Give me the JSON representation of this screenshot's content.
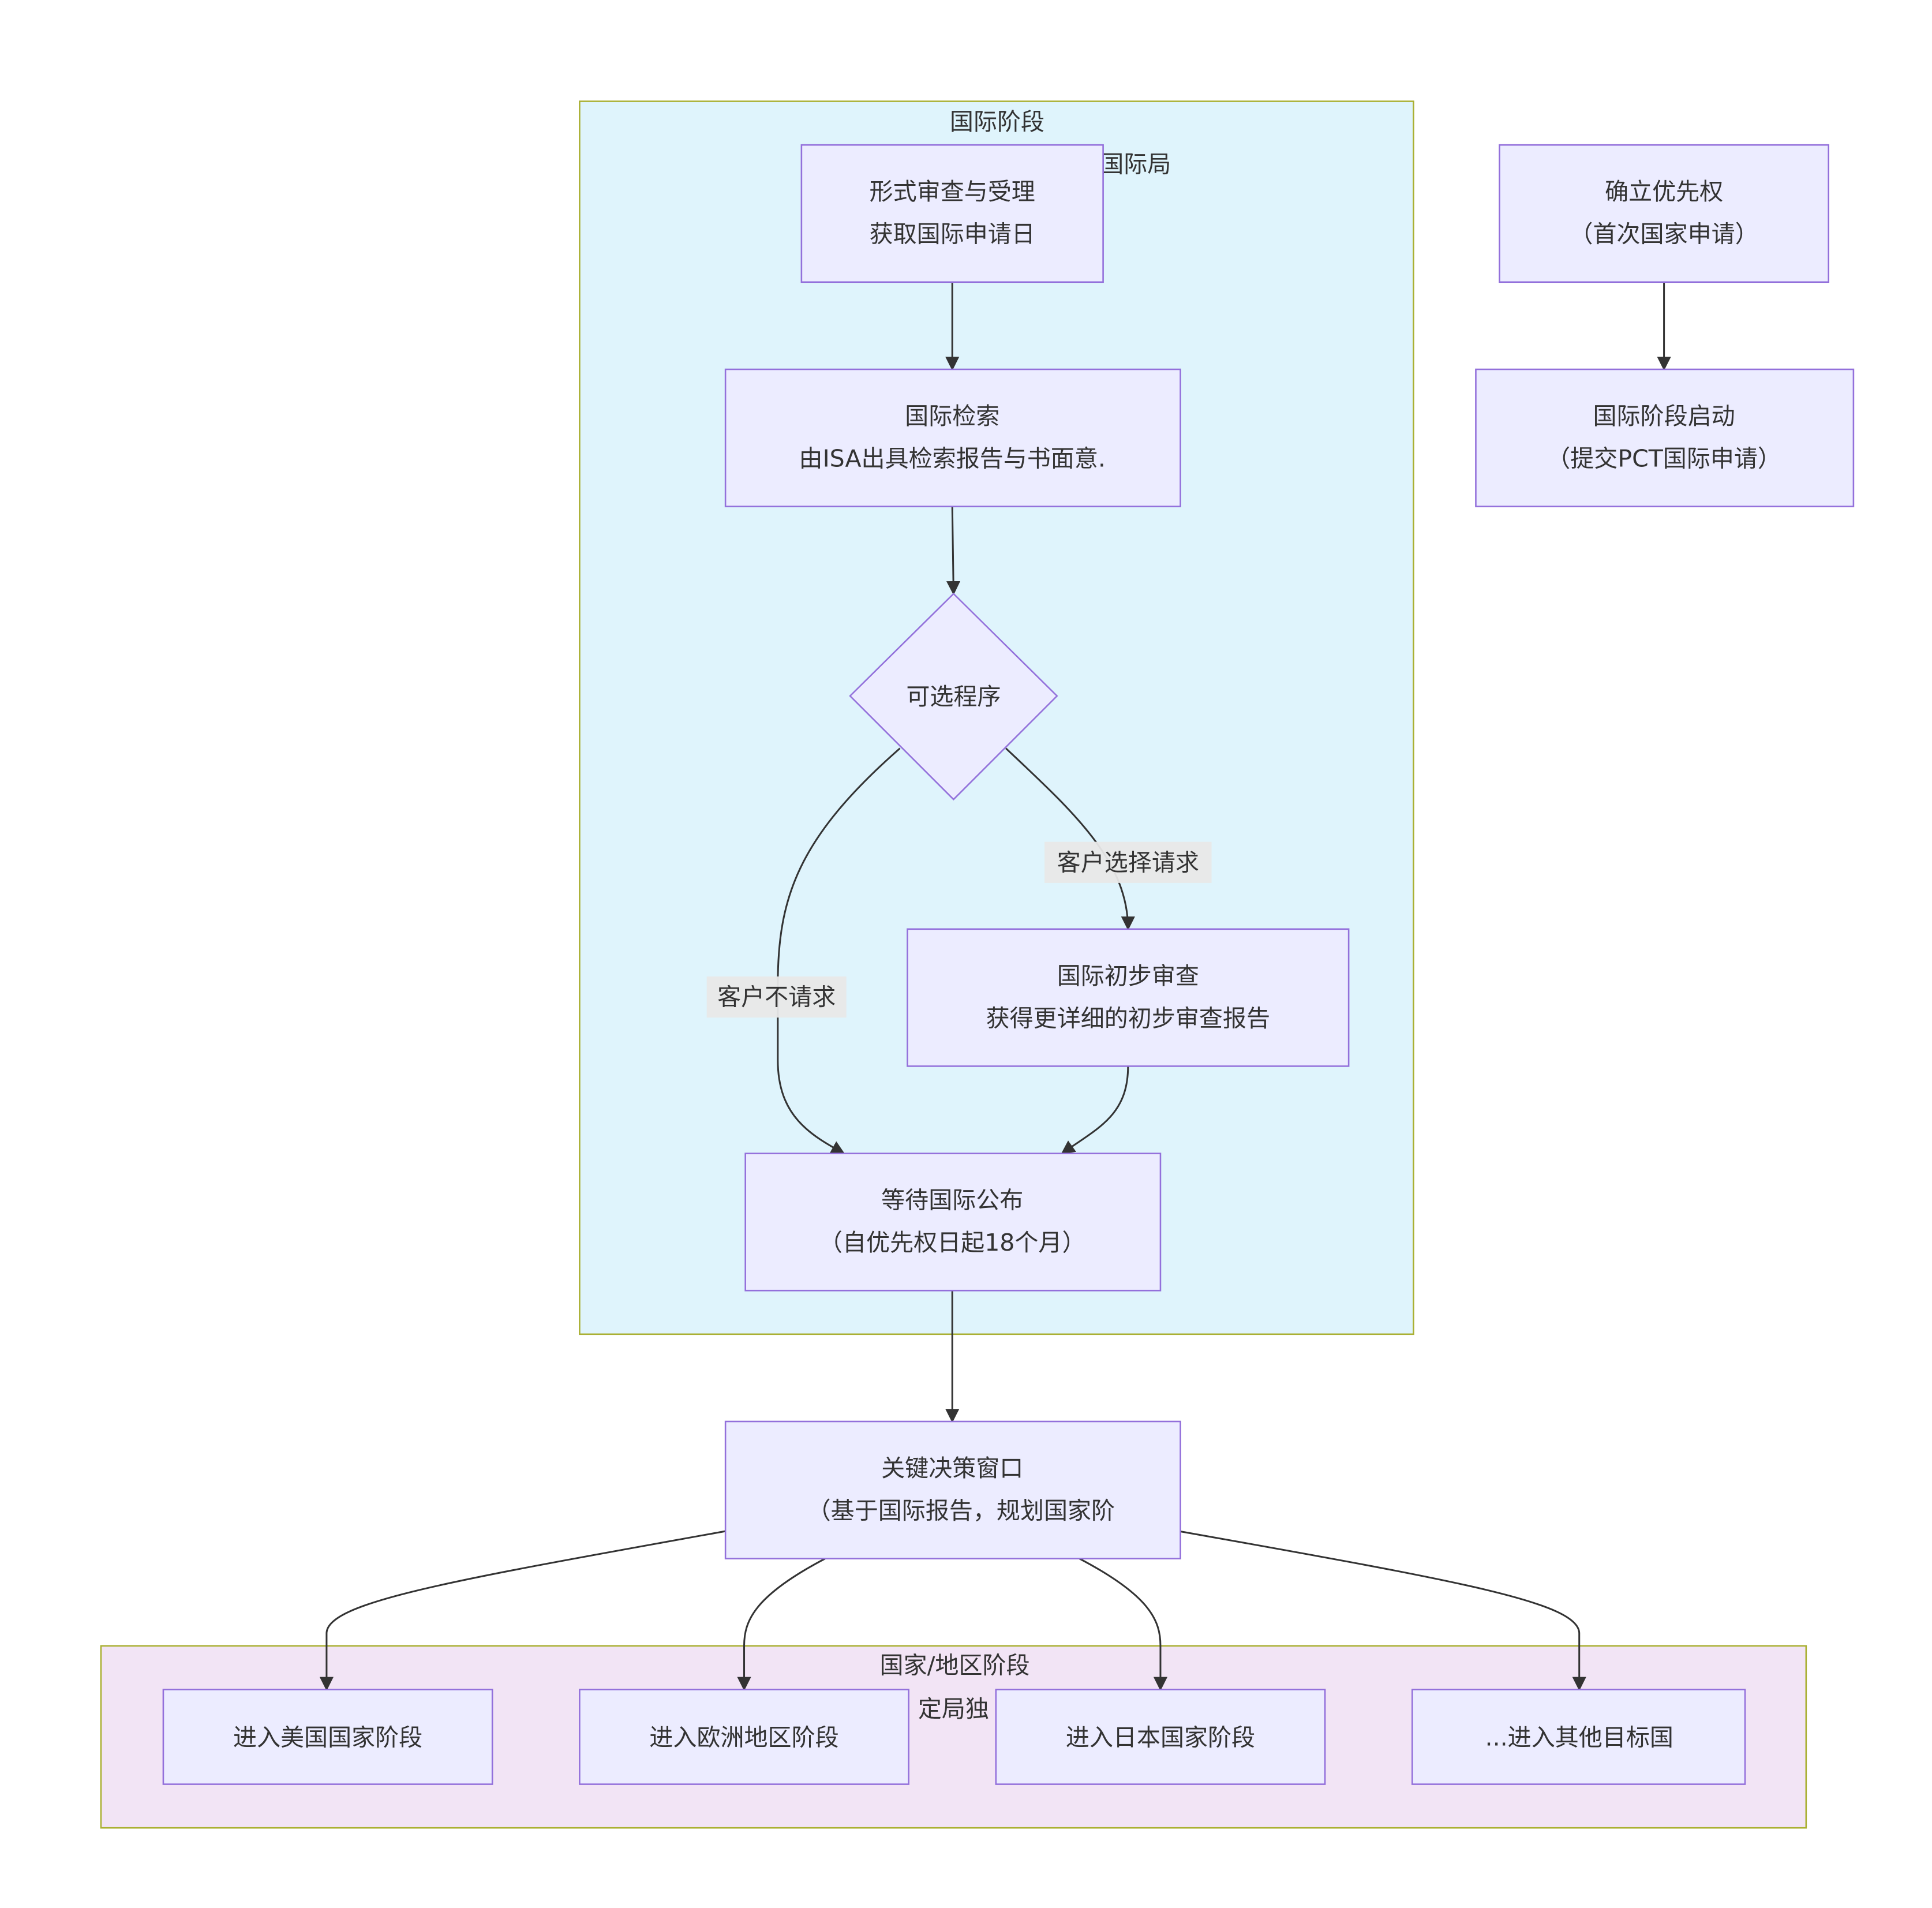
{
  "clusters": {
    "international": {
      "title": "国际阶段",
      "subtitle_fragment": "国际局"
    },
    "national": {
      "title": "国家/地区阶段",
      "subtitle_fragment": "定局独"
    }
  },
  "nodes": {
    "priority": {
      "line1": "确立优先权",
      "line2": "（首次国家申请）"
    },
    "launch": {
      "line1": "国际阶段启动",
      "line2": "（提交PCT国际申请）"
    },
    "formal": {
      "line1": "形式审查与受理",
      "line2": "获取国际申请日"
    },
    "search": {
      "line1": "国际检索",
      "line2": "由ISA出具检索报告与书面意."
    },
    "optional": {
      "line1": "可选程序"
    },
    "ipe": {
      "line1": "国际初步审查",
      "line2": "获得更详细的初步审查报告"
    },
    "publish": {
      "line1": "等待国际公布",
      "line2": "（自优先权日起18个月）"
    },
    "decision": {
      "line1": "关键决策窗口",
      "line2": "（基于国际报告，规划国家阶"
    },
    "us": {
      "line1": "进入美国国家阶段"
    },
    "eu": {
      "line1": "进入欧洲地区阶段"
    },
    "jp": {
      "line1": "进入日本国家阶段"
    },
    "other": {
      "line1": "...进入其他目标国"
    }
  },
  "edge_labels": {
    "no_request": "客户不请求",
    "request": "客户选择请求"
  },
  "colors": {
    "node_fill": "#ececff",
    "node_stroke": "#9370db",
    "intl_cluster_fill": "#dff4fc",
    "national_cluster_fill": "#f2e4f5",
    "cluster_stroke": "#aab033",
    "edge": "#333333"
  }
}
